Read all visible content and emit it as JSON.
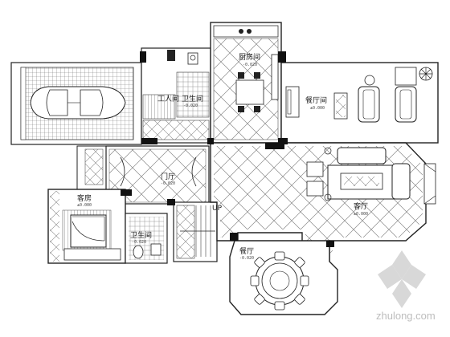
{
  "rooms": {
    "kitchen": {
      "label": "厨房间",
      "elev": "-0.020"
    },
    "dining_room": {
      "label": "餐厅间",
      "elev": "±0.000"
    },
    "worker_room": {
      "label": "工人间",
      "elev": ""
    },
    "bath_upper": {
      "label": "卫生间",
      "elev": "-0.020"
    },
    "foyer": {
      "label": "门厅",
      "elev": "-0.020"
    },
    "living_room": {
      "label": "客厅",
      "elev": "±0.000"
    },
    "guest_room": {
      "label": "客房",
      "elev": "±0.000"
    },
    "bath_lower": {
      "label": "卫生间",
      "elev": "-0.020"
    },
    "dining_bay": {
      "label": "餐厅",
      "elev": "-0.020"
    }
  },
  "stair_label": "UP",
  "watermark": "zhulong.com",
  "colors": {
    "line": "#1a1a1a",
    "hatch": "#555555",
    "wall": "#111111",
    "watermark": "#bdbdbd"
  }
}
